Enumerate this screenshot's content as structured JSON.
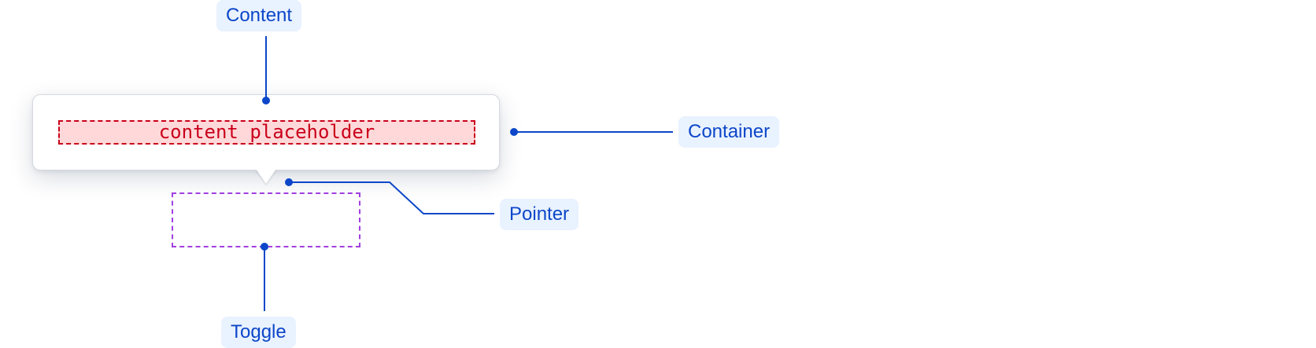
{
  "callouts": {
    "content": "Content",
    "container": "Container",
    "pointer": "Pointer",
    "toggle": "Toggle"
  },
  "popup": {
    "content_placeholder": "content placeholder"
  },
  "colors": {
    "callout_text": "#0c47c9",
    "callout_background": "#e9f2ff",
    "connector_line": "#0c47c9",
    "placeholder_border": "#c9001b",
    "placeholder_fill": "#ffd9d9",
    "toggle_outline": "#a13fe0",
    "popup_border": "#d6d9de"
  }
}
